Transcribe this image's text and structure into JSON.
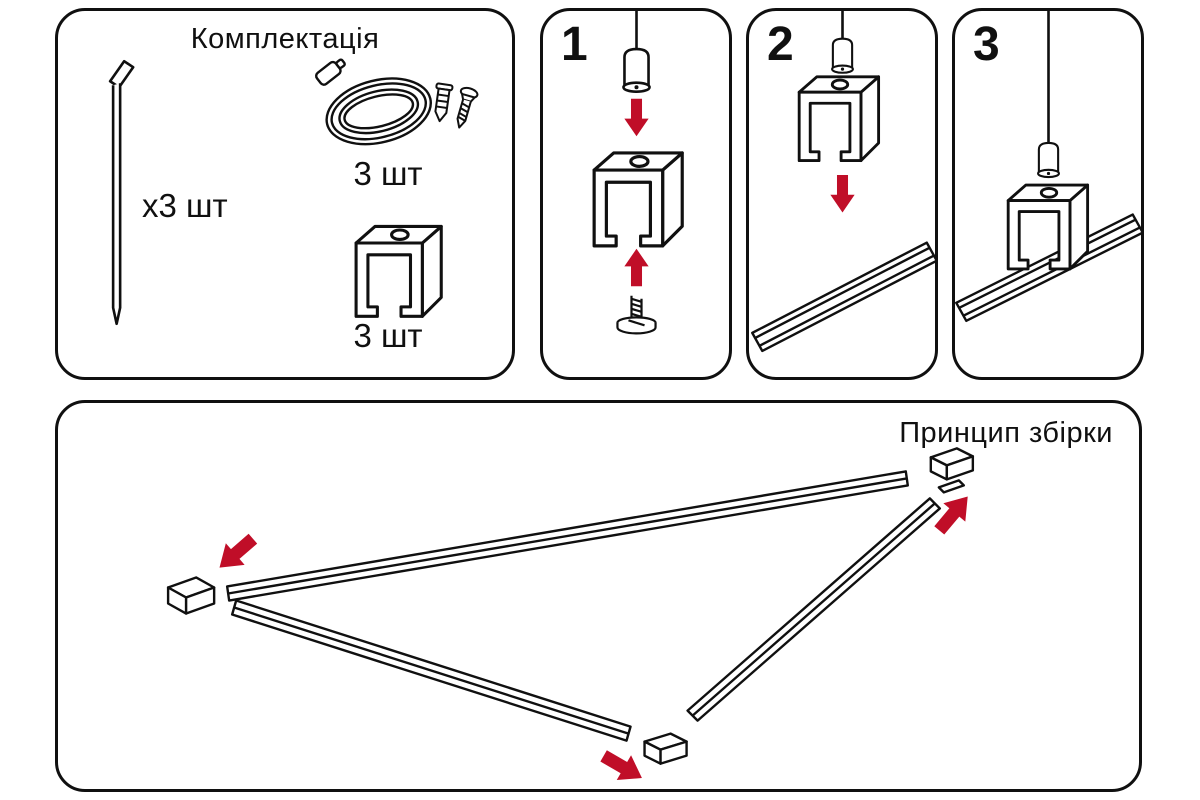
{
  "sheet": {
    "kit": {
      "title": "Комплектація",
      "pin_qty": "x3 шт",
      "cable_qty": "3 шт",
      "clip_qty": "3 шт"
    },
    "steps": [
      {
        "number": "1"
      },
      {
        "number": "2"
      },
      {
        "number": "3"
      }
    ],
    "assembly": {
      "title": "Принцип збірки"
    }
  },
  "colors": {
    "accent_red": "#c00e28",
    "line": "#101010",
    "background": "#ffffff"
  }
}
